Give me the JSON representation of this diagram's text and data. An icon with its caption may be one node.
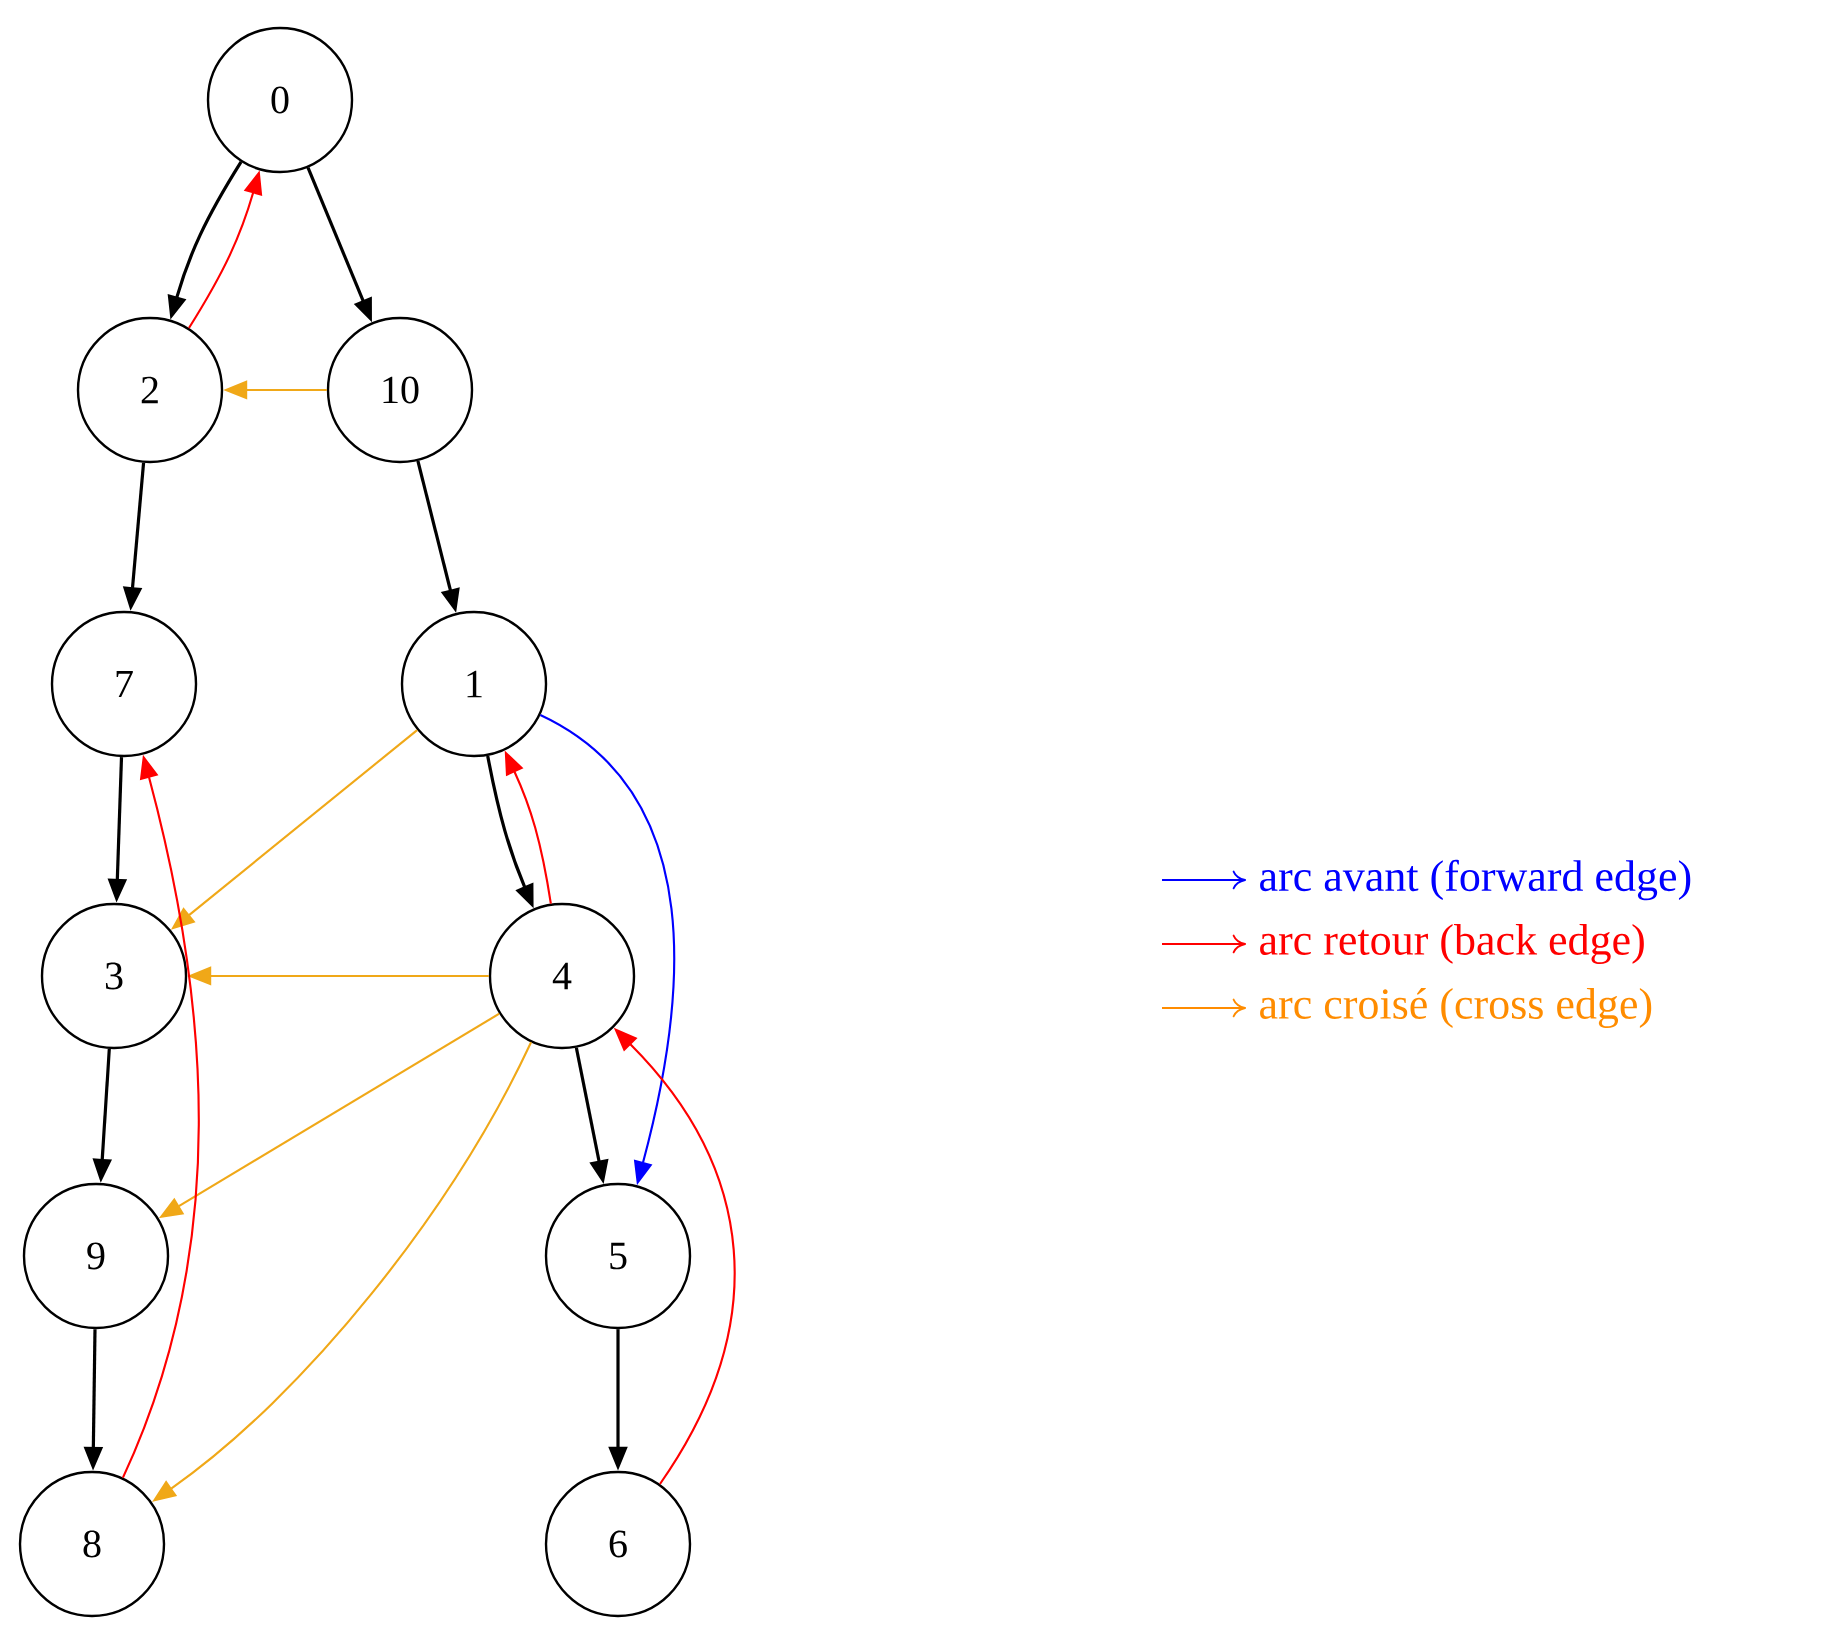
{
  "diagram": {
    "nodes": [
      {
        "text": [
          "0"
        ]
      },
      {
        "text": [
          "2"
        ]
      },
      {
        "text": [
          "10"
        ]
      },
      {
        "text": [
          "7"
        ]
      },
      {
        "text": [
          "1"
        ]
      },
      {
        "text": [
          "3"
        ]
      },
      {
        "text": [
          "4"
        ]
      },
      {
        "text": [
          "9"
        ]
      },
      {
        "text": [
          "5"
        ]
      },
      {
        "text": [
          "8"
        ]
      },
      {
        "text": [
          "6"
        ]
      }
    ],
    "edges": [
      {
        "from": 0,
        "to": 1,
        "arrow": "to"
      },
      {
        "from": 1,
        "to": 0,
        "arrow": "to",
        "color": "#ff0000"
      },
      {
        "from": 0,
        "to": 2,
        "arrow": "to"
      },
      {
        "from": 2,
        "to": 1,
        "arrow": "to",
        "color": "#f0a818"
      },
      {
        "from": 1,
        "to": 3,
        "arrow": "to"
      },
      {
        "from": 2,
        "to": 4,
        "arrow": "to"
      },
      {
        "from": 3,
        "to": 5,
        "arrow": "to"
      },
      {
        "from": 4,
        "to": 5,
        "arrow": "to",
        "color": "#f0a818"
      },
      {
        "from": 4,
        "to": 6,
        "arrow": "to"
      },
      {
        "from": 6,
        "to": 4,
        "arrow": "to",
        "color": "#ff0000"
      },
      {
        "from": 4,
        "to": 8,
        "arrow": "to",
        "color": "#0000ff"
      },
      {
        "from": 6,
        "to": 5,
        "arrow": "to",
        "color": "#f0a818"
      },
      {
        "from": 6,
        "to": 7,
        "arrow": "to",
        "color": "#f0a818"
      },
      {
        "from": 6,
        "to": 9,
        "arrow": "to",
        "color": "#f0a818"
      },
      {
        "from": 6,
        "to": 8,
        "arrow": "to"
      },
      {
        "from": 5,
        "to": 7,
        "arrow": "to"
      },
      {
        "from": 7,
        "to": 9,
        "arrow": "to"
      },
      {
        "from": 9,
        "to": 3,
        "arrow": "to",
        "color": "#ff0000"
      },
      {
        "from": 8,
        "to": 10,
        "arrow": "to"
      },
      {
        "from": 10,
        "to": 6,
        "arrow": "to",
        "color": "#ff0000"
      }
    ],
    "legend": [
      {
        "text": "arc avant (forward edge)",
        "color": "#0000ff"
      },
      {
        "text": "arc retour (back edge)",
        "color": "#ff0000"
      },
      {
        "text": "arc croisé (cross edge)",
        "color": "#ff8c00"
      }
    ]
  }
}
